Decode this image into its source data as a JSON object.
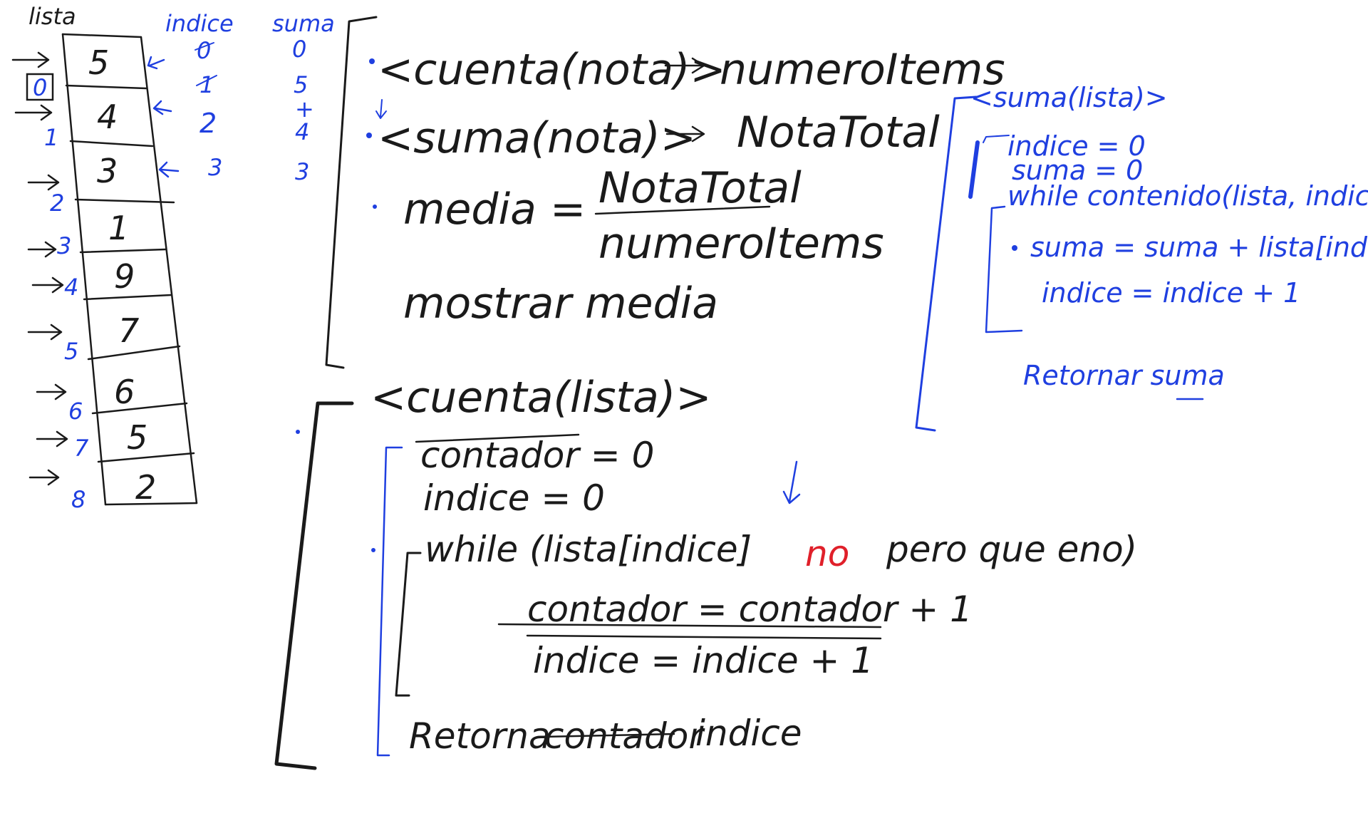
{
  "array_panel": {
    "headers": {
      "lista": "lista",
      "indice": "indice",
      "suma": "suma"
    },
    "cells": [
      "5",
      "4",
      "3",
      "1",
      "9",
      "7",
      "6",
      "5",
      "2"
    ],
    "index_labels": [
      "0",
      "1",
      "2",
      "3",
      "4",
      "5",
      "6",
      "7",
      "8"
    ],
    "indice_trace": [
      "0",
      "1",
      "2",
      "3"
    ],
    "suma_trace": [
      "0",
      "5",
      "+",
      "4",
      "3"
    ]
  },
  "main_algorithm": {
    "line1_call": "<cuenta(nota)>",
    "line1_result": "numeroItems",
    "line2_call": "<suma(nota)>",
    "line2_result": "NotaTotal",
    "media_label": "media =",
    "media_numerator": "NotaTotal",
    "media_denominator": "numeroItems",
    "mostrar": "mostrar media"
  },
  "cuenta_function": {
    "header": "<cuenta(lista)>",
    "line_contador_init": "contador = 0",
    "line_indice_init": "indice = 0",
    "while_line": "while (lista[indice]",
    "while_red": "no",
    "while_tail": "pero que eno)",
    "body_contador": "contador = contador + 1",
    "body_indice": "indice = indice + 1",
    "return_kw": "Retorna",
    "return_struck": "contador",
    "return_value": "indice"
  },
  "suma_function": {
    "header": "<suma(lista)>",
    "indice_init": "indice = 0",
    "suma_init": "suma = 0",
    "while_line": "while contenido(lista, indice)",
    "body_suma": "suma = suma + lista[indice]",
    "body_indice": "indice = indice + 1",
    "return_line": "Retornar suma"
  },
  "colors": {
    "ink_black": "#1a1a1a",
    "ink_blue": "#1f3fe0",
    "ink_red": "#e0202a"
  }
}
